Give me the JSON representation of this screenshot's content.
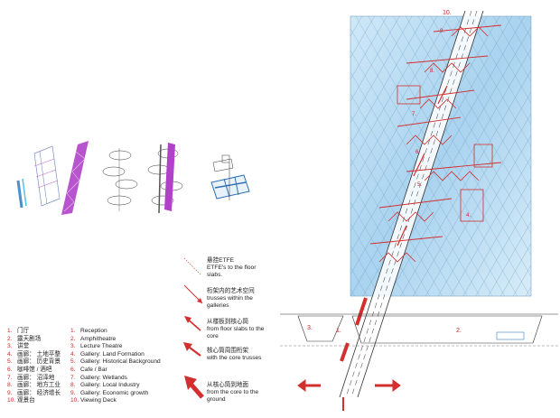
{
  "legend": {
    "zh": [
      {
        "n": "1.",
        "t": "门厅"
      },
      {
        "n": "2.",
        "t": "露天剧场"
      },
      {
        "n": "3.",
        "t": "讲堂"
      },
      {
        "n": "4.",
        "t": "画廊：  土地平整"
      },
      {
        "n": "5.",
        "t": "画廊：  历史背景"
      },
      {
        "n": "6.",
        "t": "咖啡馆  /  酒吧"
      },
      {
        "n": "7.",
        "t": "画廊：  沼泽地"
      },
      {
        "n": "8.",
        "t": "画廊：  地方工业"
      },
      {
        "n": "9.",
        "t": "画廊：  经济增长"
      },
      {
        "n": "10.",
        "t": "观景台"
      }
    ],
    "en": [
      {
        "n": "1.",
        "t": "Reception"
      },
      {
        "n": "2.",
        "t": "Amphitheatre"
      },
      {
        "n": "3.",
        "t": "Lecture Theatre"
      },
      {
        "n": "4.",
        "t": "Gallery: Land Formation"
      },
      {
        "n": "5.",
        "t": "Gallery: Historical Background"
      },
      {
        "n": "6.",
        "t": "Cafe / Bar"
      },
      {
        "n": "7.",
        "t": "Gallery: Wetlands"
      },
      {
        "n": "8.",
        "t": "Gallery: Local Industry"
      },
      {
        "n": "9.",
        "t": "Gallery: Economic growth"
      },
      {
        "n": "10.",
        "t": "Viewing Deck"
      }
    ]
  },
  "arrow_key": [
    {
      "zh": "悬挂ETFE",
      "en": "ETFE's to the floor slabs."
    },
    {
      "zh": "桁架内的艺术空间",
      "en": "trusses within the galleries"
    },
    {
      "zh": "从楼板到核心筒",
      "en": "from floor slabs to the core"
    },
    {
      "zh": "核心筒周围桁架",
      "en": "with the core trusses"
    },
    {
      "zh": "从核心筒到地面",
      "en": "from the core to the ground"
    }
  ],
  "tower_labels": {
    "n10": "10.",
    "n9": "9.",
    "n8": "8.",
    "n7": "7.",
    "n6": "6.",
    "n5": "5.",
    "n4": "4.",
    "n3": "3.",
    "n1": "1.",
    "n2": "2."
  },
  "colors": {
    "red": "#d32f2f",
    "magenta": "#b041c8",
    "glass": "#bfe0f5",
    "grid": "#5a8fb8",
    "truss": "#333333"
  }
}
